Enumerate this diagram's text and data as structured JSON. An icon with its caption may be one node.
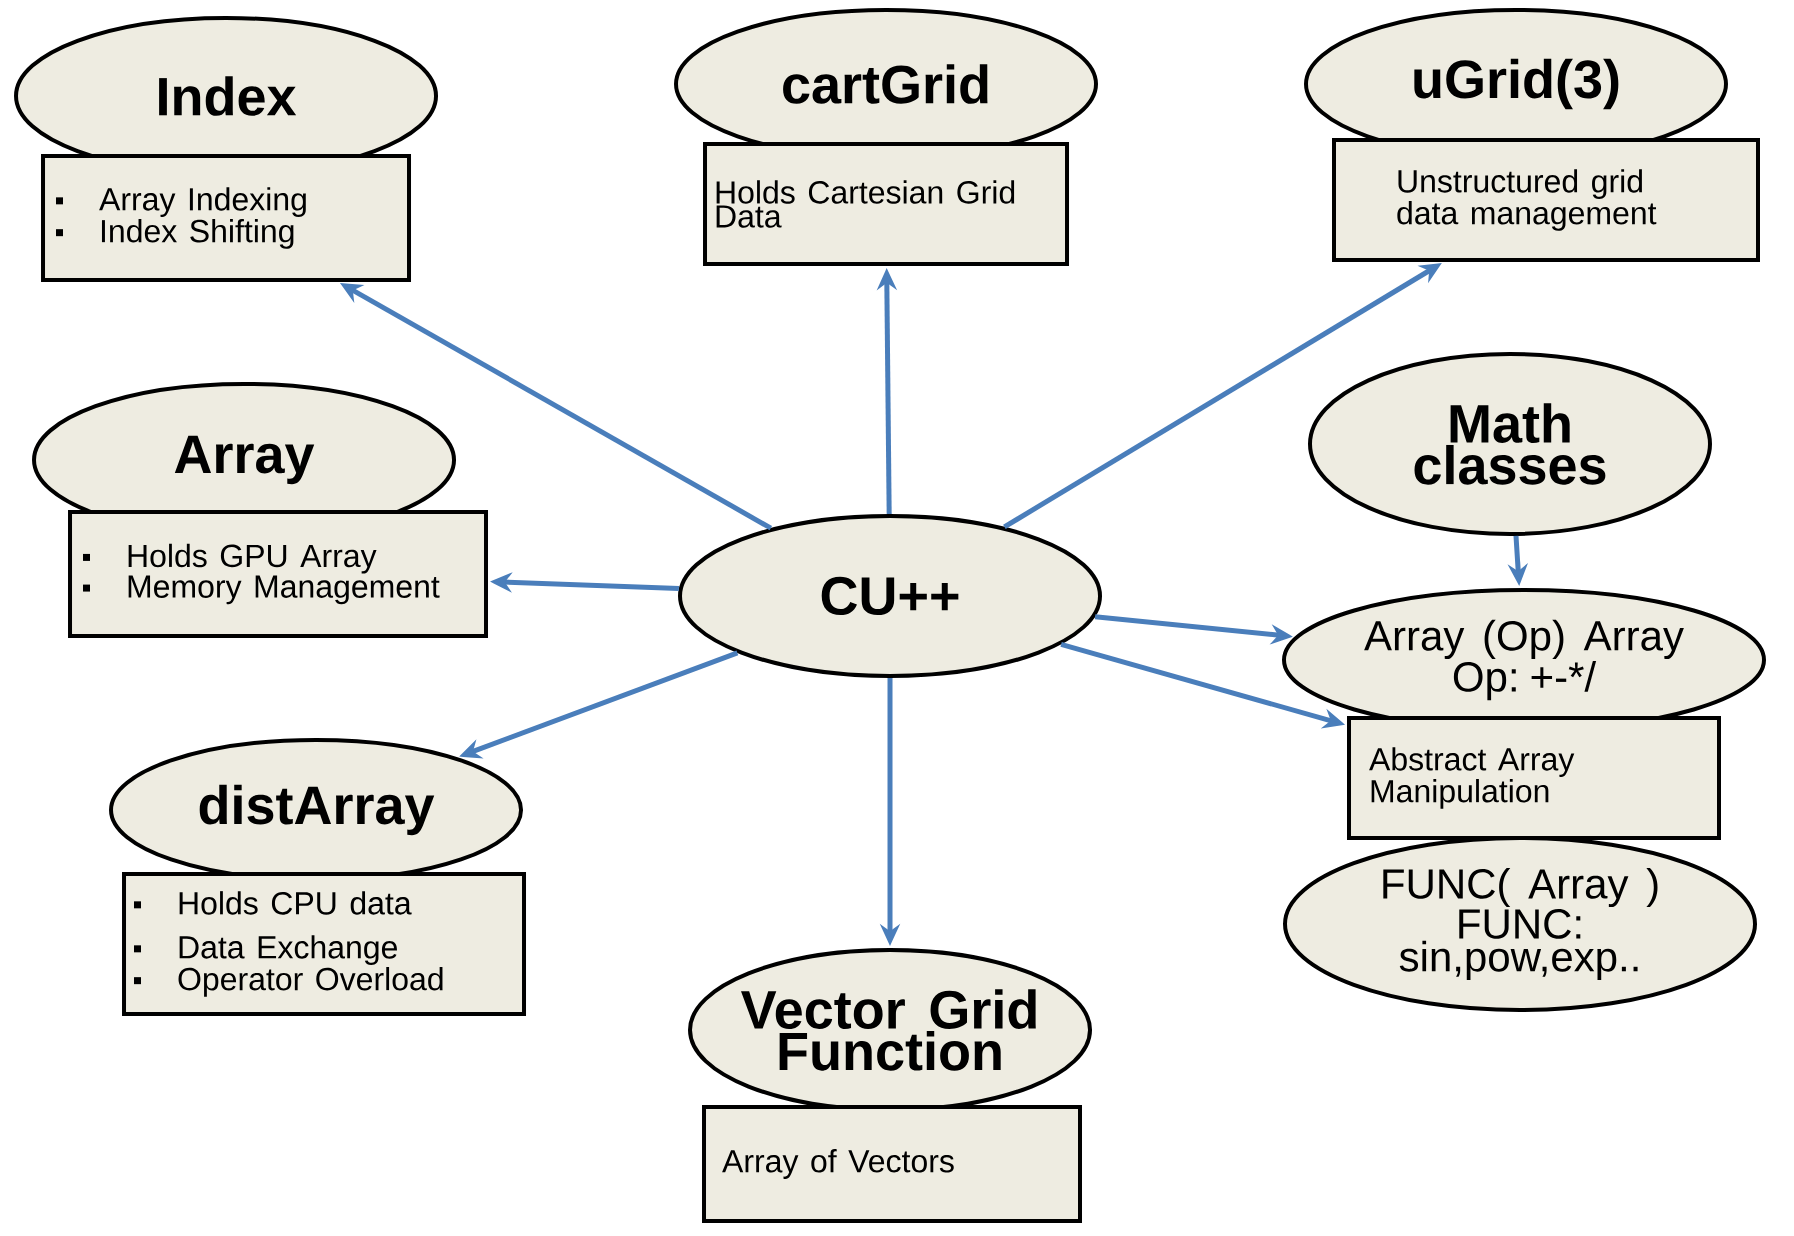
{
  "diagram": {
    "nodes": [
      {
        "text": [
          "Index"
        ]
      },
      {
        "text": [
          "Array Indexing",
          "Index Shifting"
        ]
      },
      {
        "text": [
          "cartGrid"
        ]
      },
      {
        "text": [
          "Holds Cartesian Grid Data"
        ]
      },
      {
        "text": [
          "uGrid(3)"
        ]
      },
      {
        "text": [
          "Unstructured grid data management"
        ]
      },
      {
        "text": [
          "Array"
        ]
      },
      {
        "text": [
          "Holds GPU Array",
          "Memory Management"
        ]
      },
      {
        "text": [
          "Math classes"
        ]
      },
      {
        "text": [
          "CU++"
        ]
      },
      {
        "text": [
          "Array (Op) Array",
          "Op: +-*/"
        ]
      },
      {
        "text": [
          "Abstract Array Manipulation"
        ]
      },
      {
        "text": [
          "FUNC( Array )",
          "FUNC: sin,pow,exp.."
        ]
      },
      {
        "text": [
          "distArray"
        ]
      },
      {
        "text": [
          "Holds CPU data",
          "Data Exchange",
          "Operator Overload"
        ]
      },
      {
        "text": [
          "Vector Grid Function"
        ]
      },
      {
        "text": [
          "Array of Vectors"
        ]
      }
    ],
    "edges": [
      {
        "from": 9,
        "to": 1,
        "arrow": "to"
      },
      {
        "from": 9,
        "to": 3,
        "arrow": "to"
      },
      {
        "from": 9,
        "to": 5,
        "arrow": "to"
      },
      {
        "from": 9,
        "to": 7,
        "arrow": "to"
      },
      {
        "from": 9,
        "to": 10,
        "arrow": "to"
      },
      {
        "from": 9,
        "to": 11,
        "arrow": "to"
      },
      {
        "from": 9,
        "to": 13,
        "arrow": "to"
      },
      {
        "from": 9,
        "to": 15,
        "arrow": "to"
      },
      {
        "from": 8,
        "to": 10,
        "arrow": "to"
      }
    ]
  }
}
